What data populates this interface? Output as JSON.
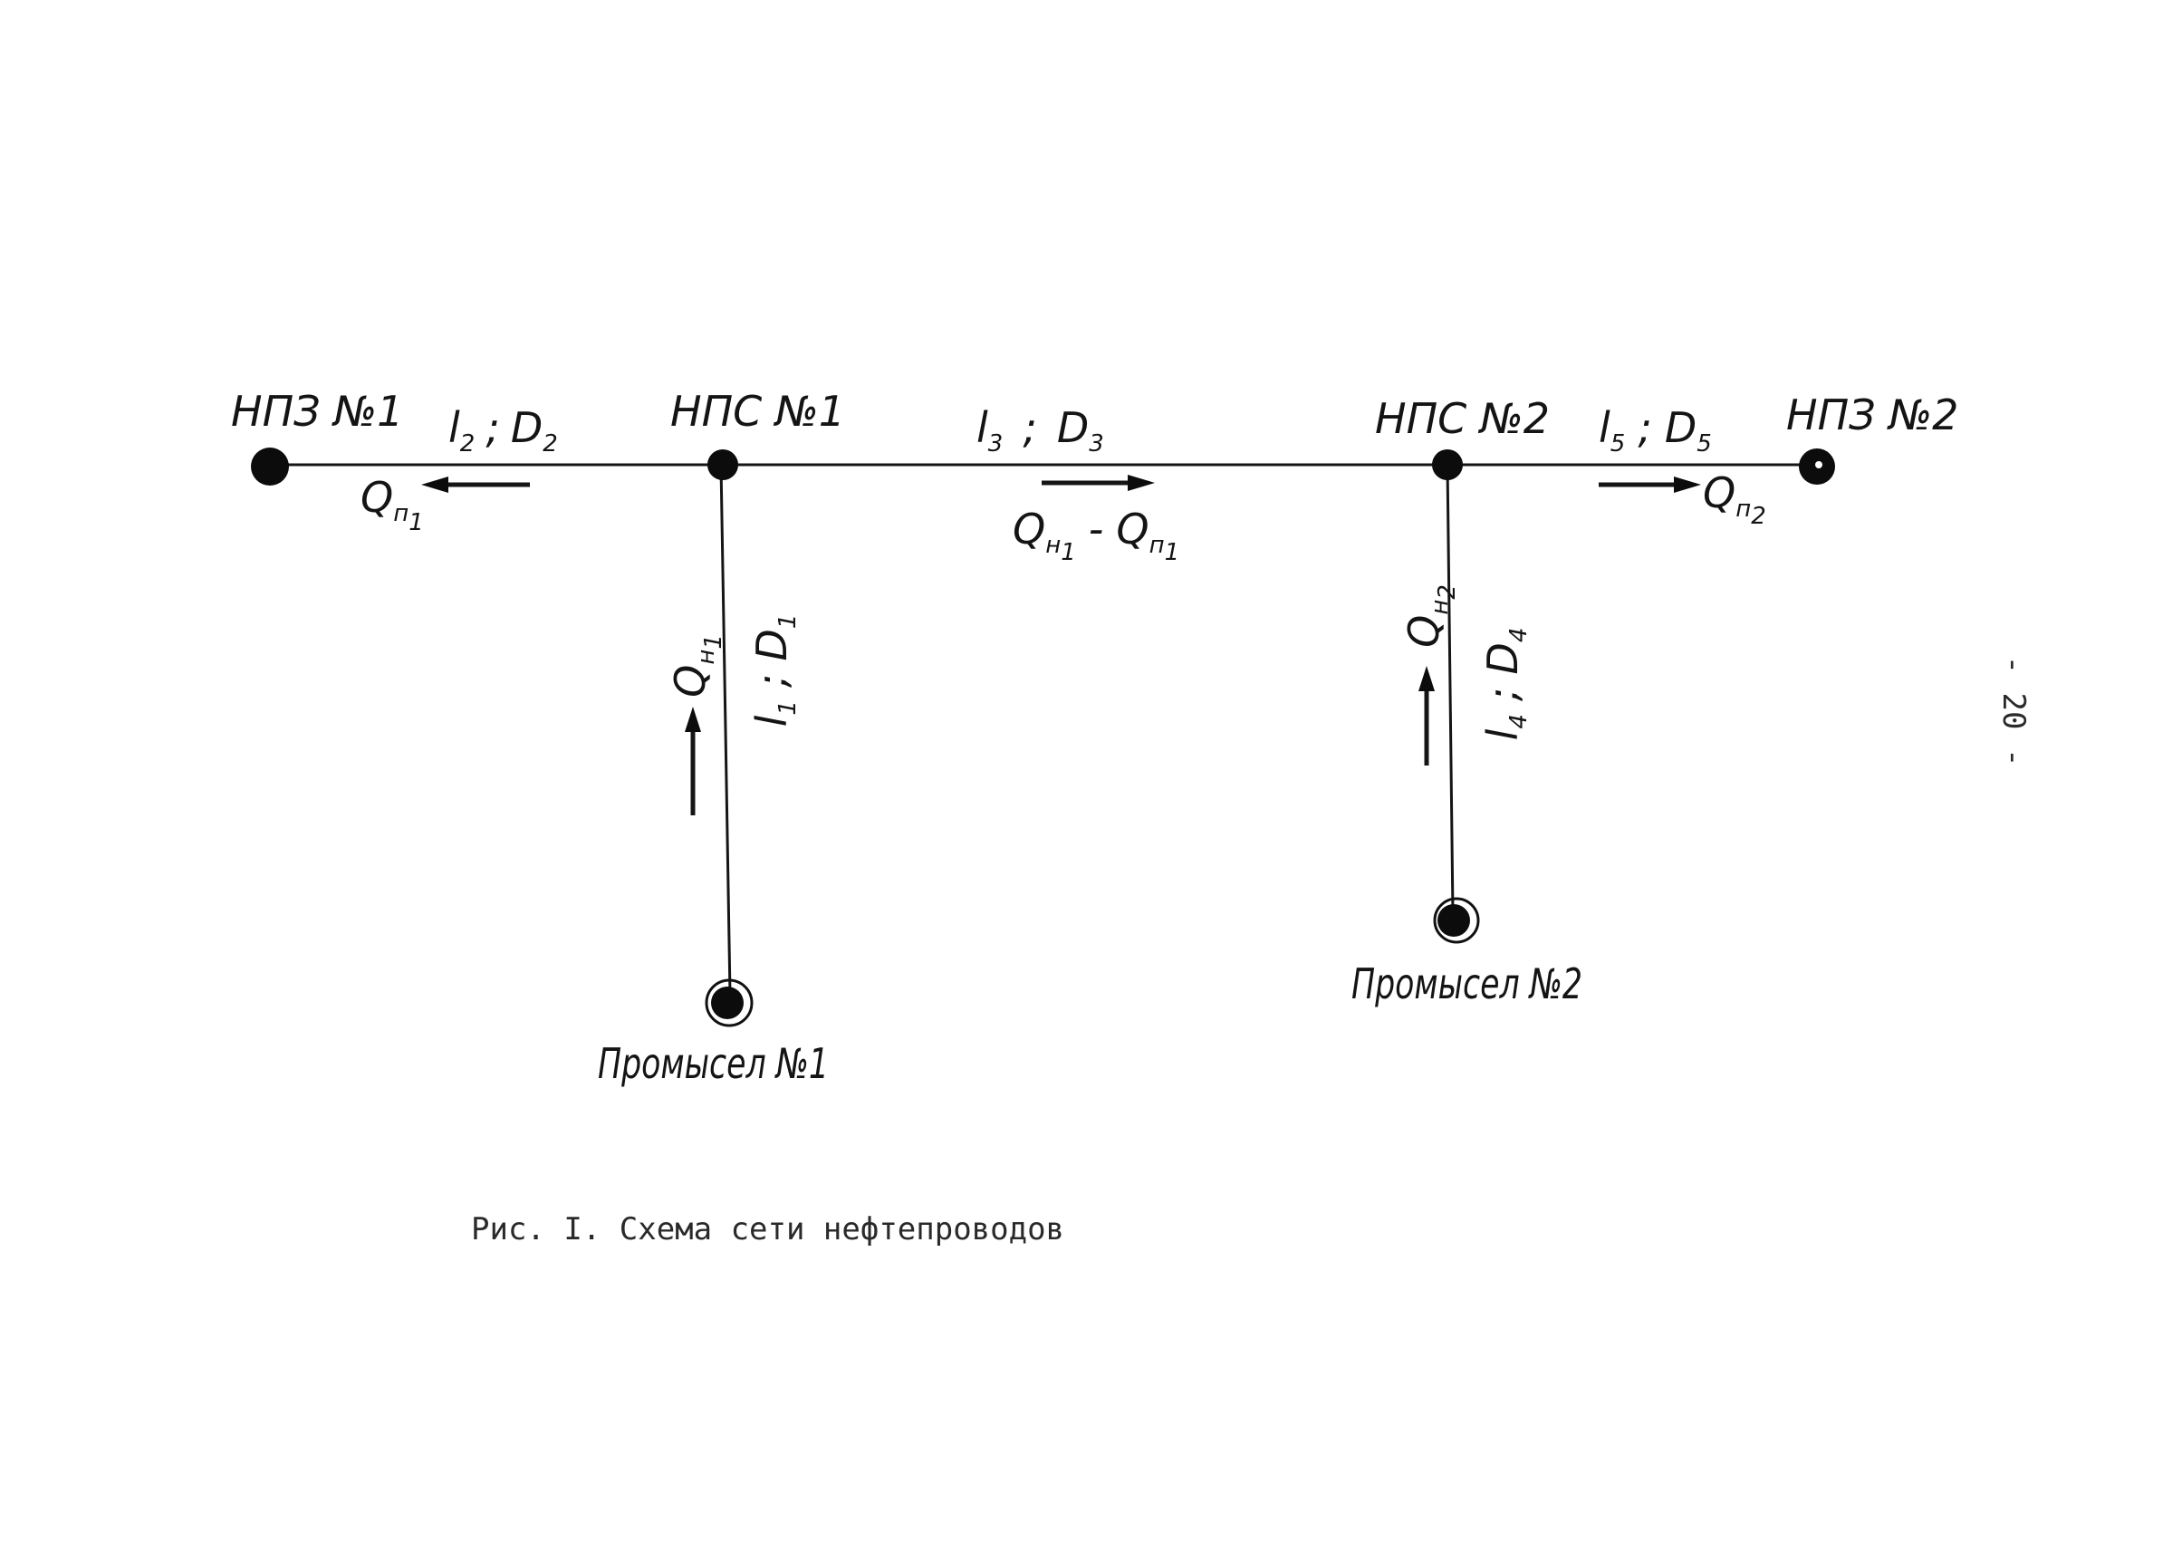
{
  "nodes": {
    "refinery_1": "НПЗ №1",
    "pump_station_1": "НПС №1",
    "pump_station_2": "НПС №2",
    "refinery_2": "НПЗ №2",
    "field_1": "Промысел №1",
    "field_2": "Промысел №2"
  },
  "segments": {
    "seg_2": {
      "l": "l",
      "l_sub": "2",
      "sep": ";",
      "d": "D",
      "d_sub": "2"
    },
    "seg_3": {
      "l": "l",
      "l_sub": "3",
      "sep": ";",
      "d": "D",
      "d_sub": "3"
    },
    "seg_5": {
      "l": "l",
      "l_sub": "5",
      "sep": ";",
      "d": "D",
      "d_sub": "5"
    },
    "seg_1": {
      "l": "l",
      "l_sub": "1",
      "sep": ";",
      "d": "D",
      "d_sub": "1"
    },
    "seg_4": {
      "l": "l",
      "l_sub": "4",
      "sep": ";",
      "d": "D",
      "d_sub": "4"
    }
  },
  "flows": {
    "q_p1": {
      "q": "Q",
      "sub": "п",
      "sub2": "1"
    },
    "q_n1_minus_q_p1": {
      "q1": "Q",
      "sub1": "н",
      "sub1b": "1",
      "minus": "-",
      "q2": "Q",
      "sub2": "п",
      "sub2b": "1"
    },
    "q_p2": {
      "q": "Q",
      "sub": "п",
      "sub2": "2"
    },
    "q_n1": {
      "q": "Q",
      "sub": "н",
      "sub2": "1"
    },
    "q_n2": {
      "q": "Q",
      "sub": "н",
      "sub2": "2"
    }
  },
  "caption": "Рис. I. Схема сети нефтепроводов",
  "page_number": "- 20 -"
}
